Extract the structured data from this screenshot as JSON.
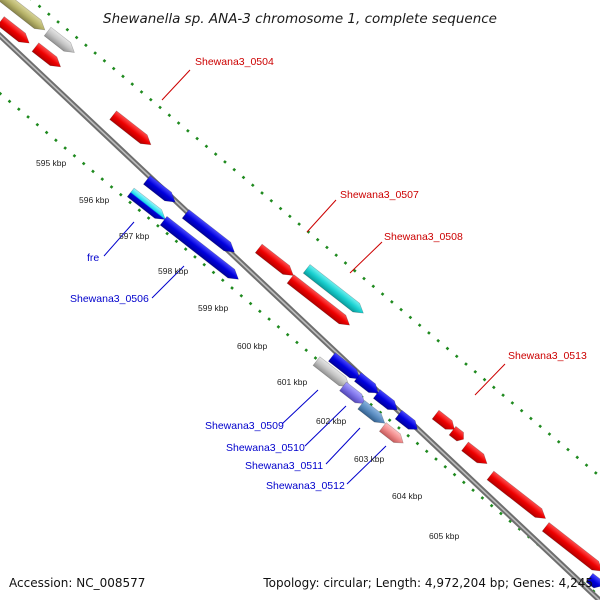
{
  "title": "Shewanella sp. ANA-3 chromosome 1, complete sequence",
  "footer": {
    "accession": "Accession: NC_008577",
    "summary": "Topology: circular; Length: 4,972,204 bp; Genes: 4,245"
  },
  "ruler": {
    "labels": [
      "595 kbp",
      "596 kbp",
      "597 kbp",
      "598 kbp",
      "599 kbp",
      "600 kbp",
      "601 kbp",
      "602 kbp",
      "603 kbp",
      "604 kbp",
      "605 kbp"
    ]
  },
  "colors": {
    "forward_gene": "#ee0000",
    "reverse_gene": "#0000dd",
    "backbone": "#8c8c8c",
    "ticks": "#1f8a1f",
    "forward_label": "#cc0000",
    "reverse_label": "#0000cc"
  },
  "labels": {
    "forward": [
      "Shewana3_0504",
      "Shewana3_0507",
      "Shewana3_0508",
      "Shewana3_0513"
    ],
    "reverse": [
      "fre",
      "Shewana3_0506",
      "Shewana3_0509",
      "Shewana3_0510",
      "Shewana3_0511",
      "Shewana3_0512"
    ]
  }
}
